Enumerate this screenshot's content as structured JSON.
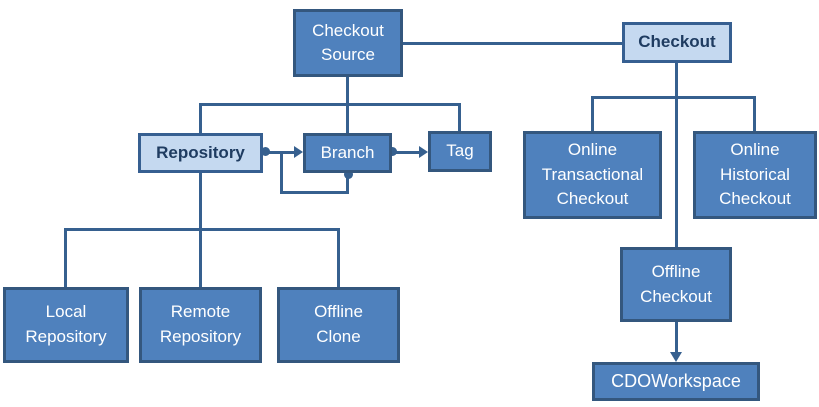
{
  "diagram": {
    "name": "checkout-model-diagram",
    "colors": {
      "dark_node_fill": "#4F81BD",
      "dark_node_border": "#34577E",
      "dark_node_text": "#FFFFFF",
      "light_node_fill": "#C5D9F0",
      "light_node_border": "#365F91",
      "light_node_text": "#1F3C61",
      "connector_line": "#36608F",
      "background": "#FFFFFF"
    },
    "nodes": [
      {
        "id": "checkout-source",
        "label": "Checkout\nSource",
        "style": "dark"
      },
      {
        "id": "checkout",
        "label": "Checkout",
        "style": "light"
      },
      {
        "id": "repository",
        "label": "Repository",
        "style": "light"
      },
      {
        "id": "branch",
        "label": "Branch",
        "style": "dark"
      },
      {
        "id": "tag",
        "label": "Tag",
        "style": "dark"
      },
      {
        "id": "online-transactional-checkout",
        "label": "Online\nTransactional\nCheckout",
        "style": "dark"
      },
      {
        "id": "online-historical-checkout",
        "label": "Online\nHistorical\nCheckout",
        "style": "dark"
      },
      {
        "id": "offline-checkout",
        "label": "Offline\nCheckout",
        "style": "dark"
      },
      {
        "id": "cdoworkspace",
        "label": "CDOWorkspace",
        "style": "dark"
      },
      {
        "id": "local-repository",
        "label": "Local\nRepository",
        "style": "dark"
      },
      {
        "id": "remote-repository",
        "label": "Remote\nRepository",
        "style": "dark"
      },
      {
        "id": "offline-clone",
        "label": "Offline\nClone",
        "style": "dark"
      }
    ],
    "edges": [
      {
        "from": "Checkout Source",
        "to": "Checkout",
        "type": "plain-link"
      },
      {
        "from": "Checkout Source",
        "to": "Repository",
        "type": "tree"
      },
      {
        "from": "Checkout Source",
        "to": "Branch",
        "type": "tree"
      },
      {
        "from": "Checkout Source",
        "to": "Tag",
        "type": "tree"
      },
      {
        "from": "Repository",
        "to": "Branch",
        "type": "dot-arrow"
      },
      {
        "from": "Branch",
        "to": "Branch",
        "type": "dot-arrow-self-loop"
      },
      {
        "from": "Branch",
        "to": "Tag",
        "type": "dot-arrow"
      },
      {
        "from": "Repository",
        "to": "Local Repository",
        "type": "tree"
      },
      {
        "from": "Repository",
        "to": "Remote Repository",
        "type": "tree"
      },
      {
        "from": "Repository",
        "to": "Offline Clone",
        "type": "tree"
      },
      {
        "from": "Checkout",
        "to": "Online Transactional Checkout",
        "type": "tree"
      },
      {
        "from": "Checkout",
        "to": "Online Historical Checkout",
        "type": "tree"
      },
      {
        "from": "Checkout",
        "to": "Offline Checkout",
        "type": "tree"
      },
      {
        "from": "Offline Checkout",
        "to": "CDOWorkspace",
        "type": "arrow"
      }
    ]
  }
}
